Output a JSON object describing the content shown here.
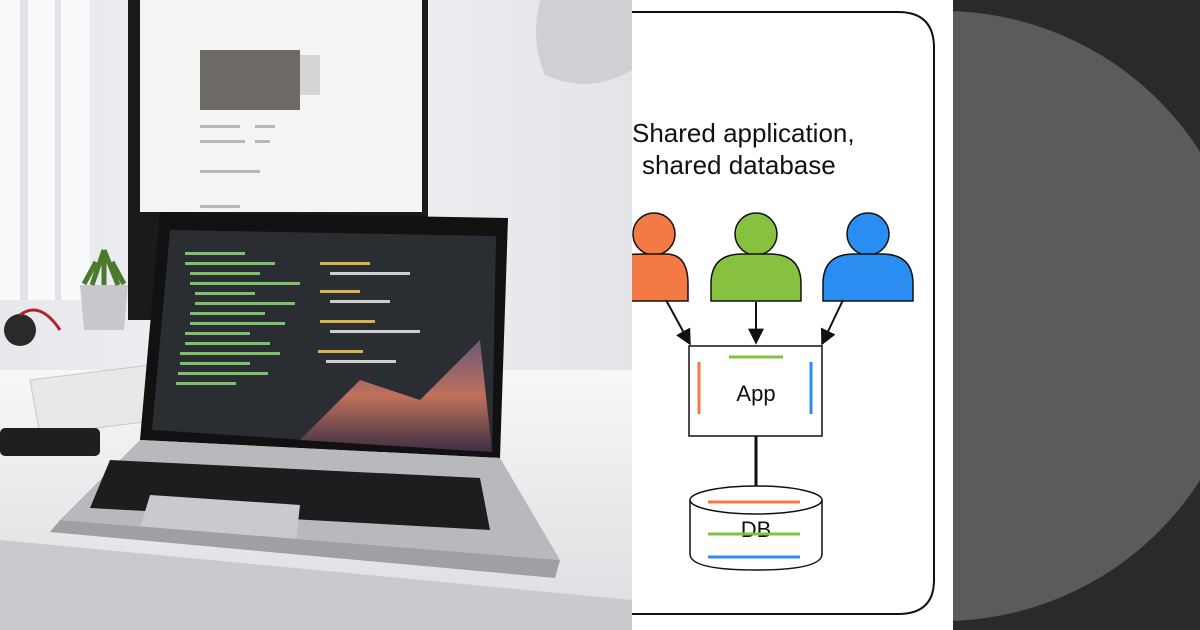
{
  "diagram": {
    "title_line1": "Shared application,",
    "title_line2": "shared database",
    "app_label": "App",
    "db_label": "DB",
    "users": [
      {
        "icon": "user-icon",
        "color": "#f47a45"
      },
      {
        "icon": "user-icon",
        "color": "#86c23f"
      },
      {
        "icon": "user-icon",
        "color": "#2a8df2"
      }
    ],
    "colors": {
      "orange": "#f47a45",
      "green": "#86c23f",
      "blue": "#2a8df2",
      "stroke": "#111111"
    }
  },
  "photo": {
    "subject": "laptop-with-code-editor",
    "icon": "laptop-desk-photo"
  }
}
